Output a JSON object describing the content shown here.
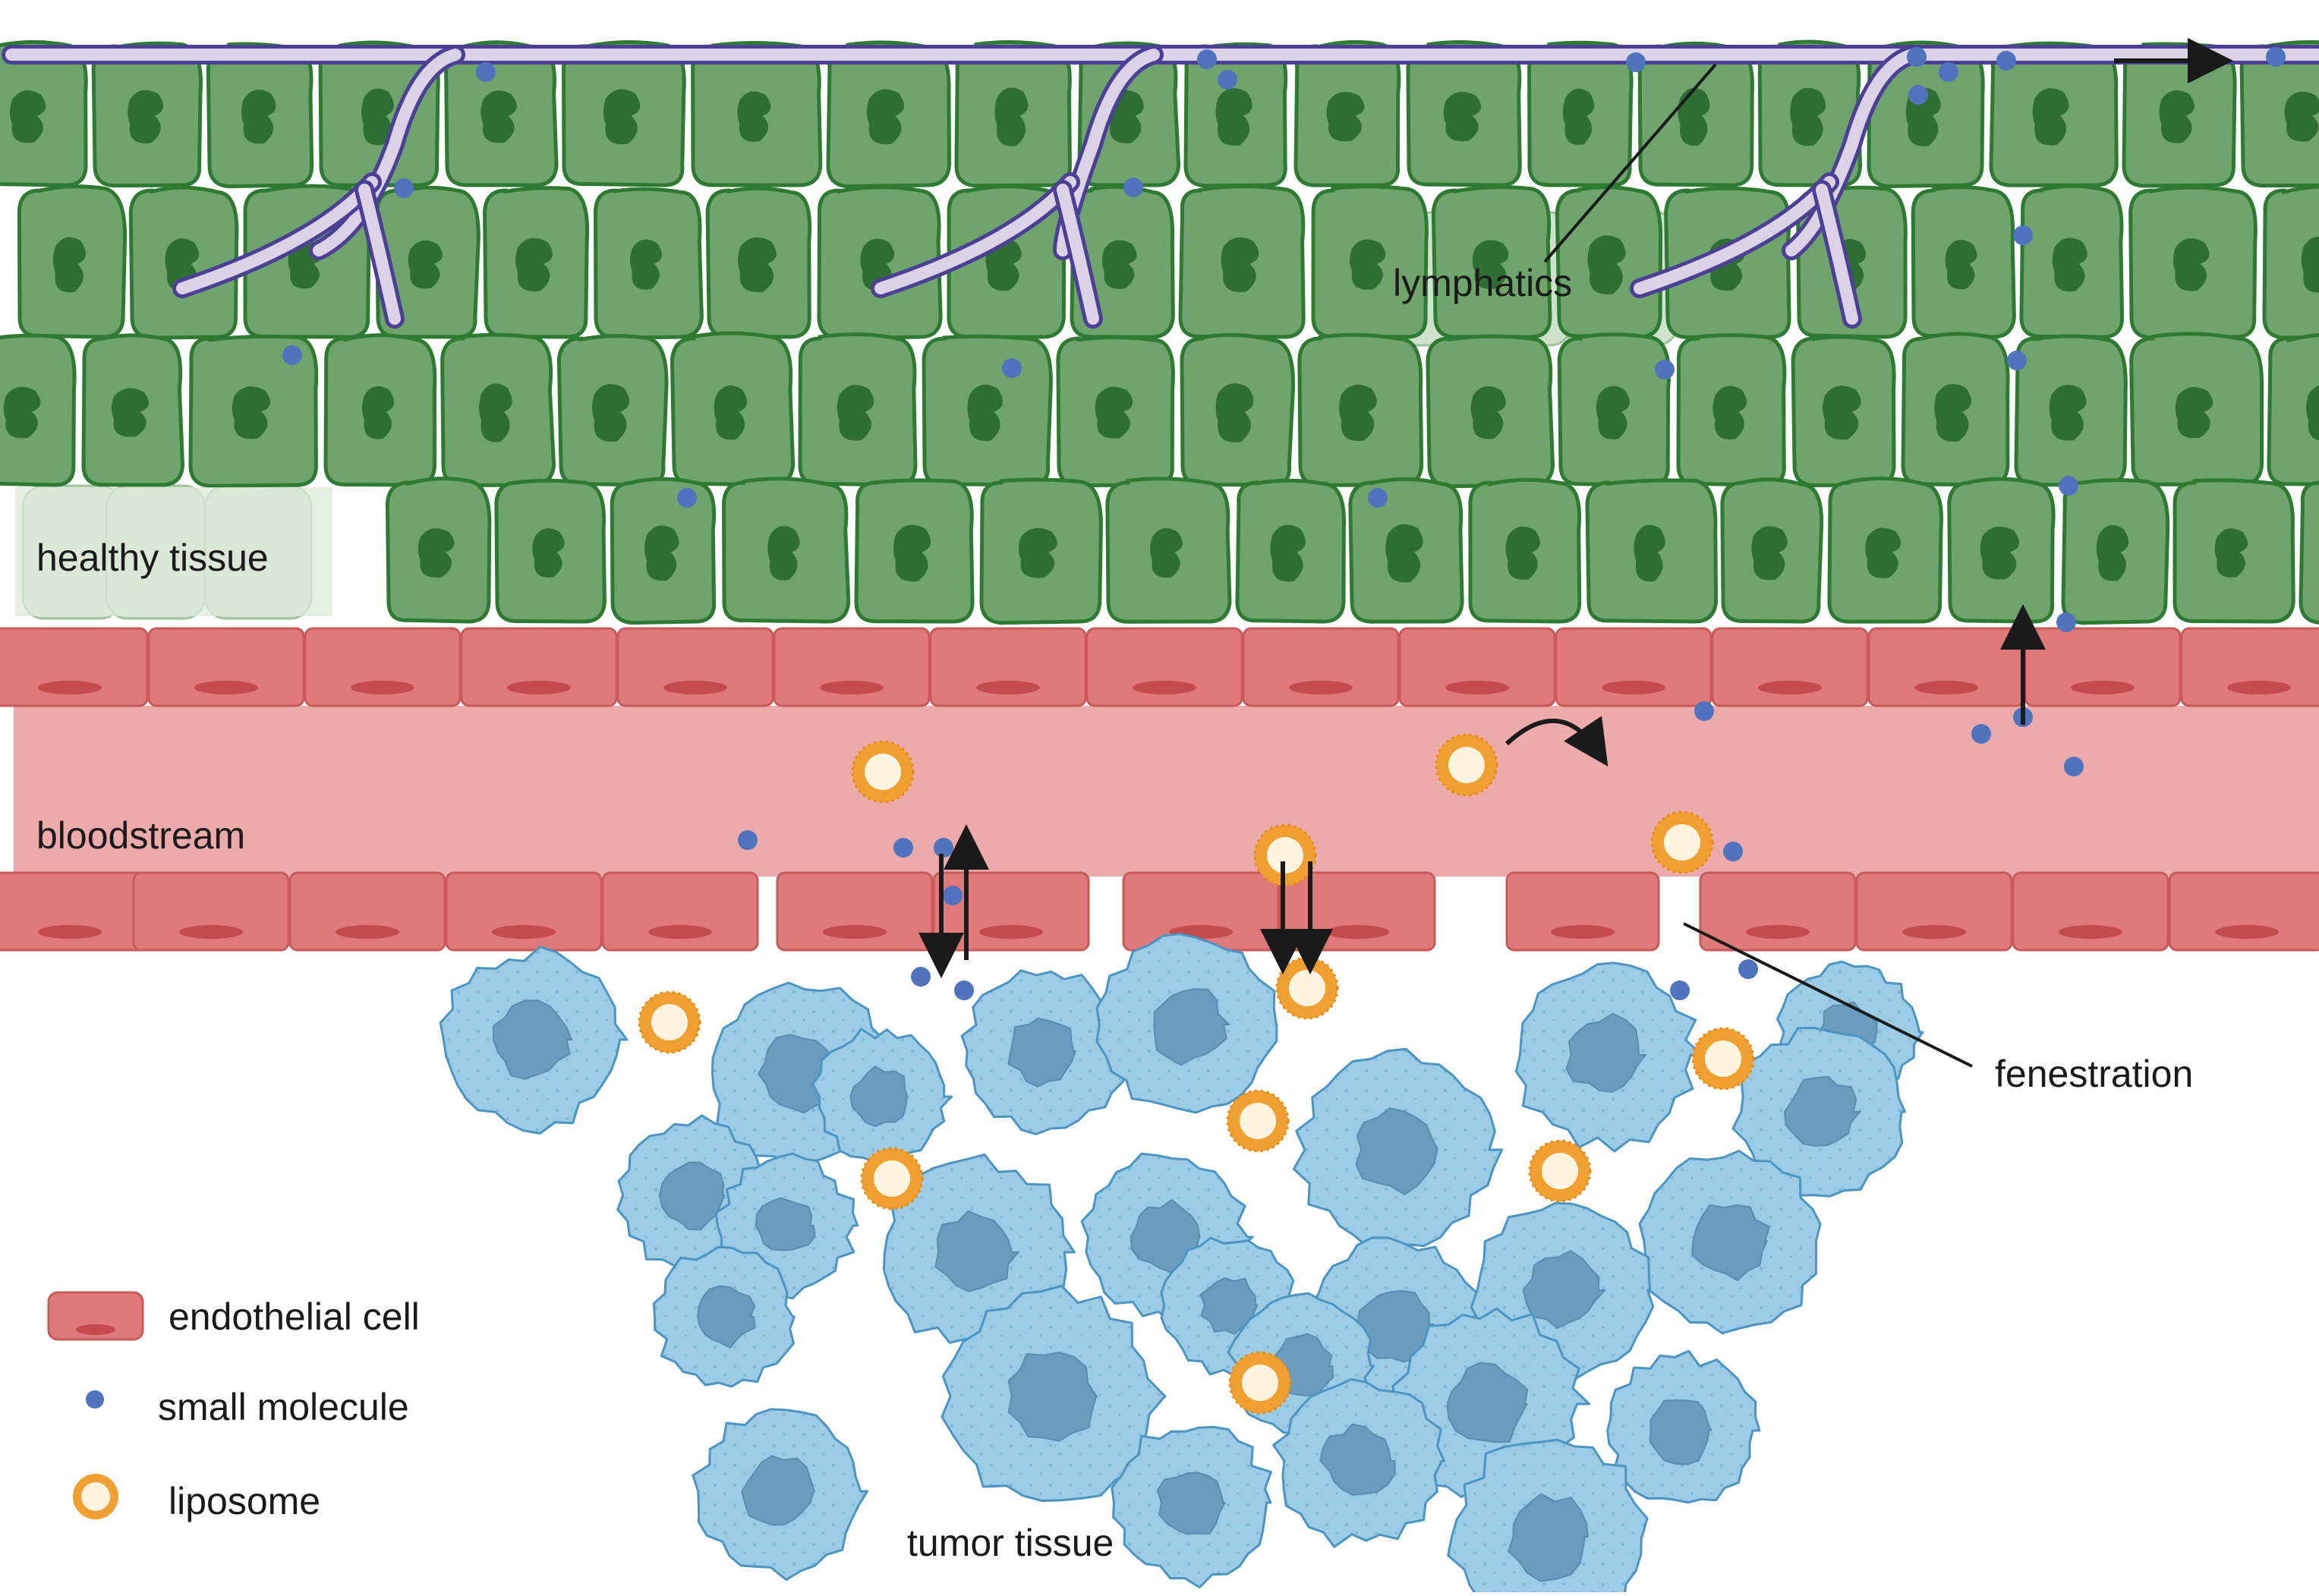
{
  "labels": {
    "lymphatics": "lymphatics",
    "healthy_tissue": "healthy tissue",
    "bloodstream": "bloodstream",
    "fenestration": "fenestration",
    "tumor_tissue": "tumor tissue"
  },
  "legend": {
    "endothelial_cell": "endothelial cell",
    "small_molecule": "small molecule",
    "liposome": "liposome"
  },
  "colors": {
    "healthy_cell_fill": "#6fa56c",
    "healthy_cell_stroke": "#2f7a32",
    "healthy_nucleus": "#2f6e33",
    "faded_cell": "#cfe3cc",
    "lymph_fill": "#dcd2e6",
    "lymph_stroke": "#4b4096",
    "endothelial_fill": "#e07a7a",
    "endothelial_stroke": "#c95a5a",
    "endothelial_nucleus": "#c44b4b",
    "blood": "#ecaaaa",
    "tumor_fill": "#9ccbe6",
    "tumor_stroke": "#4c94c2",
    "tumor_nucleus": "#6b9cbd",
    "small_molecule": "#4f74bd",
    "liposome_ring": "#f0a030",
    "liposome_inner": "#fff4e0",
    "arrow": "#1a1a1a"
  },
  "icons": [
    "healthy-cell-icon",
    "lymph-vessel-icon",
    "endothelial-cell-icon",
    "tumor-cell-icon",
    "small-molecule-icon",
    "liposome-icon",
    "arrow-icon"
  ]
}
